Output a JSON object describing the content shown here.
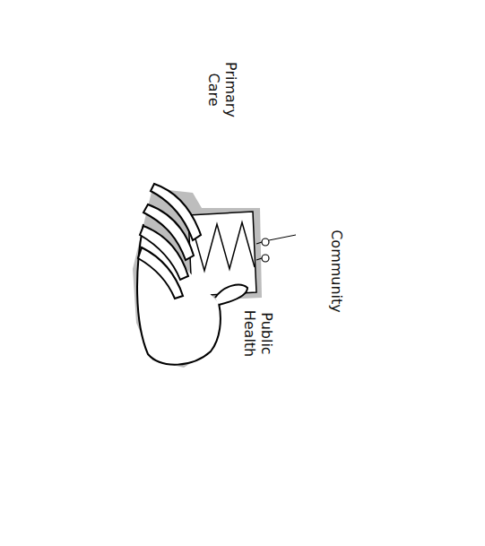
{
  "diagram": {
    "nodes": [
      {
        "text": [
          "Primary Care"
        ]
      },
      {
        "text": [
          "Community"
        ]
      },
      {
        "text": [
          "Public Health"
        ]
      }
    ]
  }
}
